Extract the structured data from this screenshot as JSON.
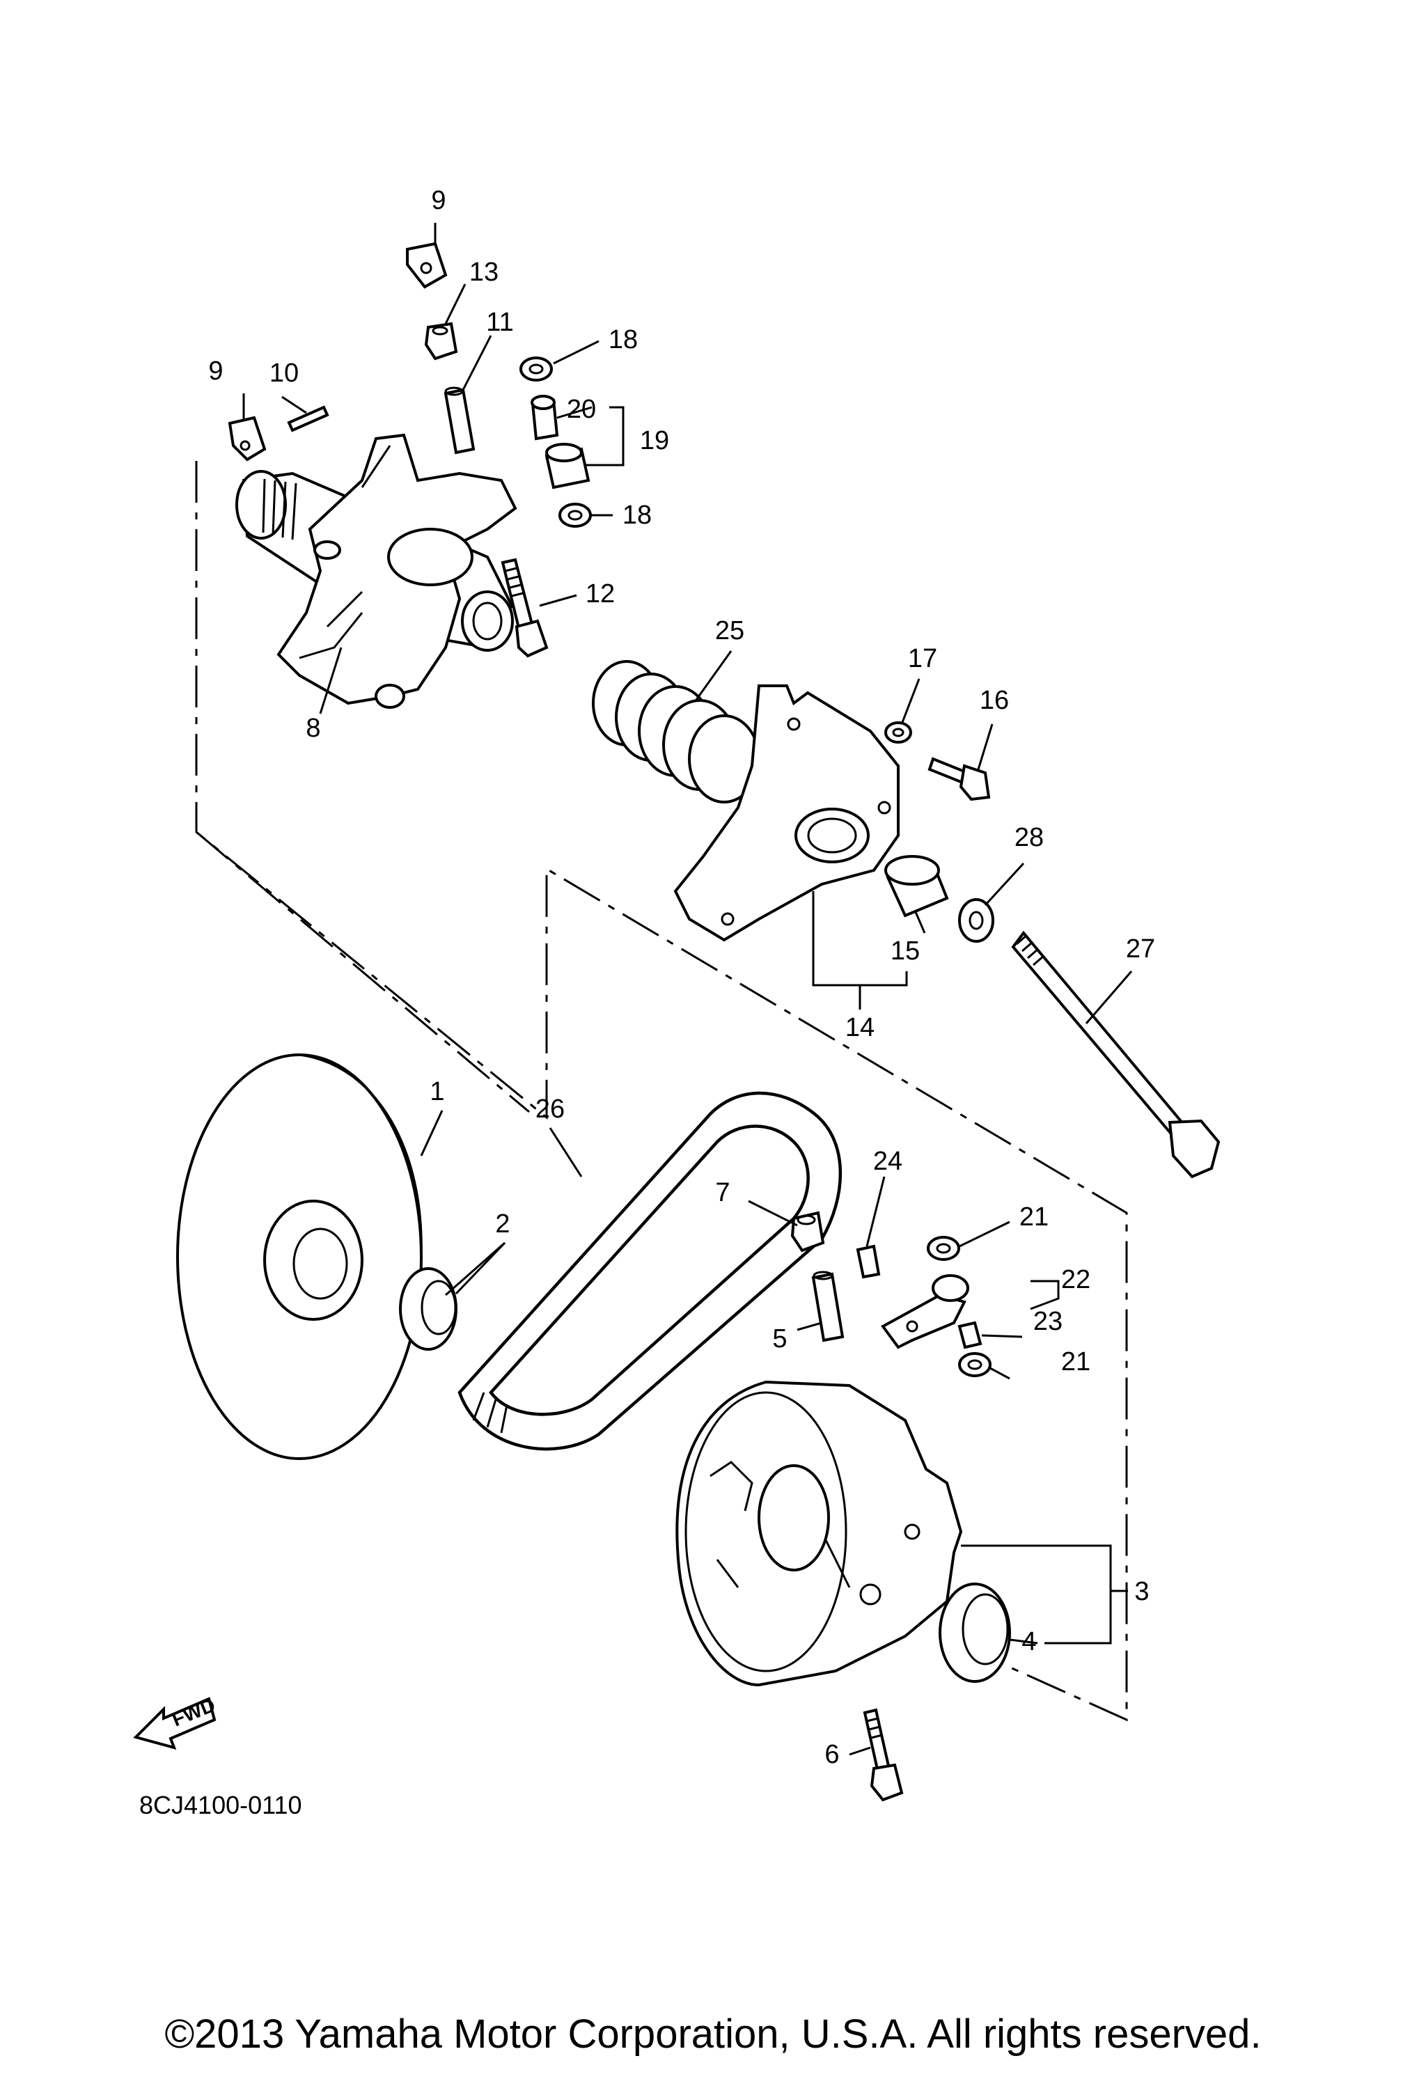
{
  "diagram": {
    "reference_code": "8CJ4100-0110",
    "fwd_label": "FWD",
    "callouts": {
      "p1": "1",
      "p2": "2",
      "p3": "3",
      "p4": "4",
      "p5": "5",
      "p6": "6",
      "p7": "7",
      "p8": "8",
      "p9a": "9",
      "p9b": "9",
      "p10": "10",
      "p11": "11",
      "p12": "12",
      "p13": "13",
      "p14": "14",
      "p15": "15",
      "p16": "16",
      "p17": "17",
      "p18a": "18",
      "p18b": "18",
      "p19": "19",
      "p20": "20",
      "p21a": "21",
      "p21b": "21",
      "p22": "22",
      "p23": "23",
      "p24": "24",
      "p25": "25",
      "p26": "26",
      "p27": "27",
      "p28": "28"
    }
  },
  "footer": {
    "copyright": "©2013 Yamaha Motor Corporation, U.S.A. All rights reserved."
  }
}
